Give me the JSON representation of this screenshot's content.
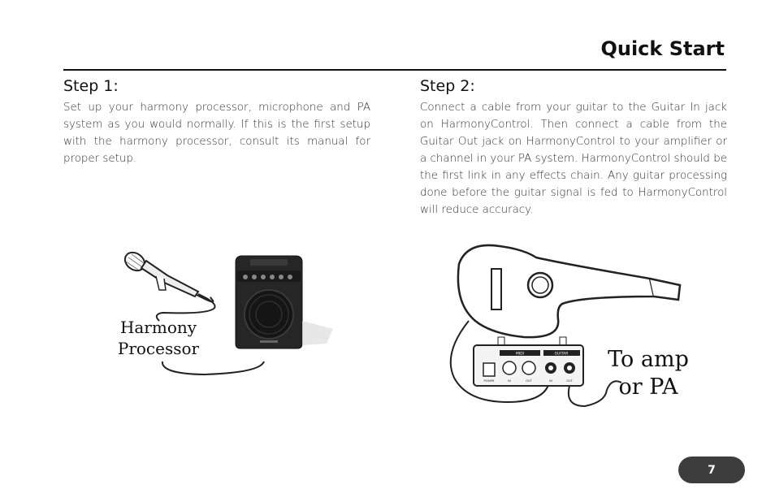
{
  "header": {
    "title": "Quick Start"
  },
  "step1": {
    "heading": "Step 1:",
    "text": "Set up your harmony processor, microphone and PA system as you would normally. If this is the first setup with the harmony processor, consult its manual for proper setup."
  },
  "step2": {
    "heading": "Step 2:",
    "text": "Connect a cable from your guitar to the Guitar In jack on HarmonyControl. Then connect a cable from the Guitar Out jack on HarmonyControl to your amplifier or a channel in your PA system. HarmonyControl should be the first link in any effects chain. Any guitar processing done before the guitar signal is fed to HarmonyControl will reduce accuracy."
  },
  "illustration1": {
    "label_line1": "Harmony",
    "label_line2": "Processor"
  },
  "illustration2": {
    "label_line1": "To amp",
    "label_line2": "or PA",
    "panel": {
      "midi_label": "MIDI",
      "guitar_label": "GUITAR",
      "power_label": "POWER",
      "jack_in": "IN",
      "jack_out": "OUT",
      "jack_guitar_in": "IN",
      "jack_guitar_out": "OUT"
    }
  },
  "footer": {
    "page_number": "7"
  }
}
